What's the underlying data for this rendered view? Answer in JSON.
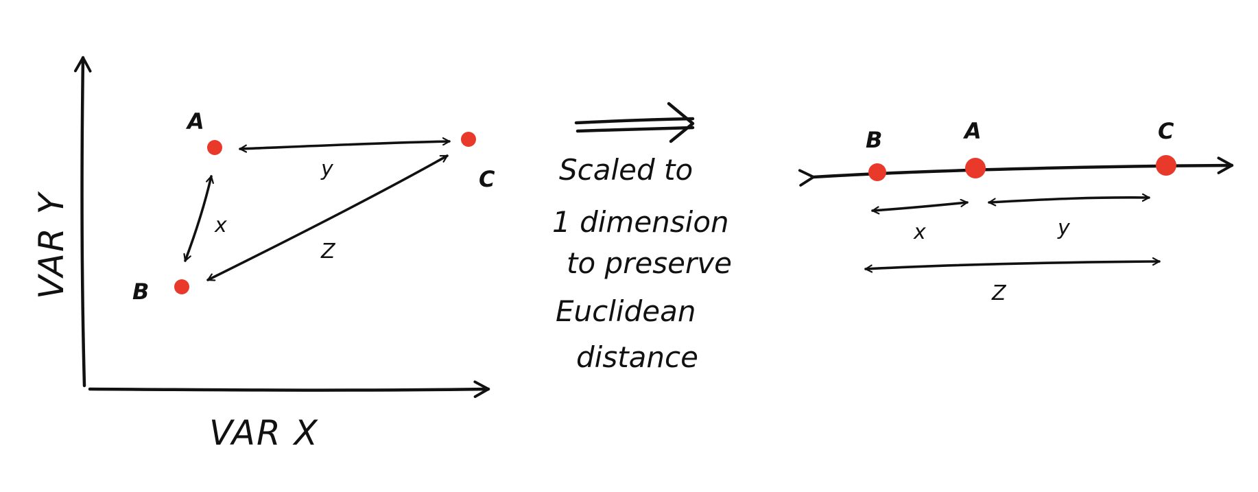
{
  "colors": {
    "ink": "#111111",
    "point": "#e8392b",
    "background": "#ffffff"
  },
  "left_plot": {
    "x_axis_label": "VAR X",
    "y_axis_label": "VAR Y",
    "points": [
      {
        "label": "A"
      },
      {
        "label": "B"
      },
      {
        "label": "C"
      }
    ],
    "distances": {
      "AB": "x",
      "AC": "y",
      "BC": "Z"
    }
  },
  "transform": {
    "note_lines": [
      "Scaled to",
      "1 dimension",
      "to preserve",
      "Euclidean",
      "distance"
    ]
  },
  "right_plot": {
    "points": [
      {
        "label": "B"
      },
      {
        "label": "A"
      },
      {
        "label": "C"
      }
    ],
    "distances": {
      "BA": "x",
      "AC": "y",
      "BC": "Z"
    }
  }
}
